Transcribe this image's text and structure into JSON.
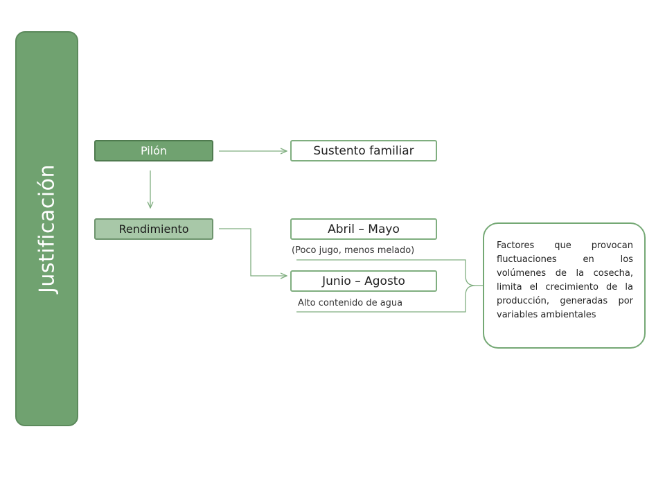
{
  "sidebar": {
    "title": "Justificación"
  },
  "nodes": {
    "pilon": "Pilón",
    "rendimiento": "Rendimiento",
    "sustento": "Sustento familiar",
    "abril": "Abril – Mayo",
    "junio": "Junio – Agosto"
  },
  "captions": {
    "abril_note": "(Poco jugo, menos melado)",
    "junio_note": "Alto contenido de agua"
  },
  "callout": {
    "text": "Factores que provocan fluctuaciones en los volúmenes de la cosecha, limita el crecimiento de la producción, generadas por variables ambientales"
  },
  "colors": {
    "primary_green": "#70a270",
    "light_green": "#a8c8a8",
    "connector_green": "#7fae7f"
  }
}
